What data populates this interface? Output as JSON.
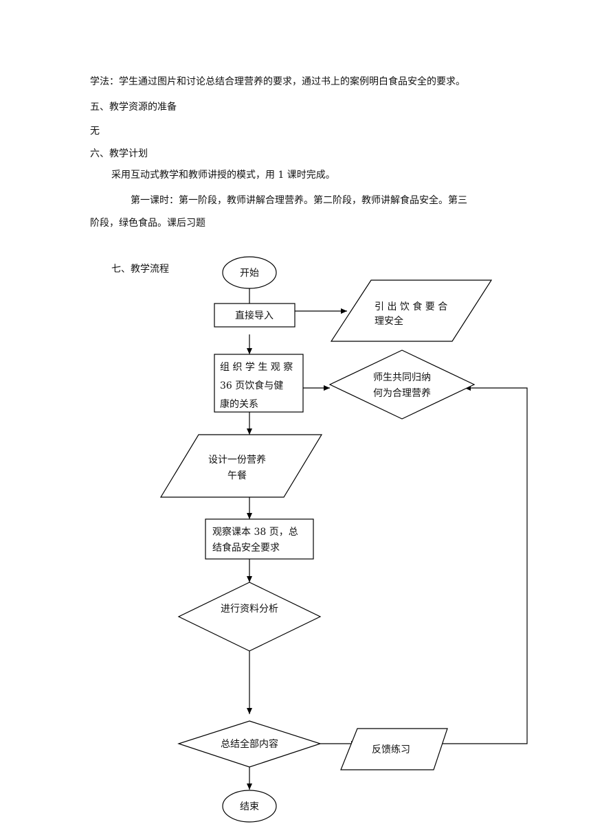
{
  "text": {
    "line1": "学法：学生通过图片和讨论总结合理营养的要求，通过书上的案例明白食品安全的要求。",
    "heading5": "五、教学资源的准备",
    "none": "无",
    "heading6": "六、教学计划",
    "plan_line1": "采用互动式教学和教师讲授的模式，用 1 课时完成。",
    "plan_line2": "第一课时：第一阶段，教师讲解合理营养。第二阶段，教师讲解食品安全。第三",
    "plan_line3": "阶段，绿色食品。课后习题",
    "heading7": "七、教学流程"
  },
  "flowchart": {
    "start": "开始",
    "direct_intro": "直接导入",
    "lead_out_1": "引 出 饮 食 要 合",
    "lead_out_2": "理安全",
    "observe_1": "组 织 学 生 观 察",
    "observe_2": "36 页饮食与健",
    "observe_3": "康的关系",
    "summarize_1": "师生共同归纳",
    "summarize_2": "何为合理营养",
    "design_1": "设计一份营养",
    "design_2": "午餐",
    "textbook_1": "观察课本 38 页，总",
    "textbook_2": "结食品安全要求",
    "analysis": "进行资料分析",
    "summary_all": "总结全部内容",
    "feedback": "反馈练习",
    "end": "结束"
  }
}
